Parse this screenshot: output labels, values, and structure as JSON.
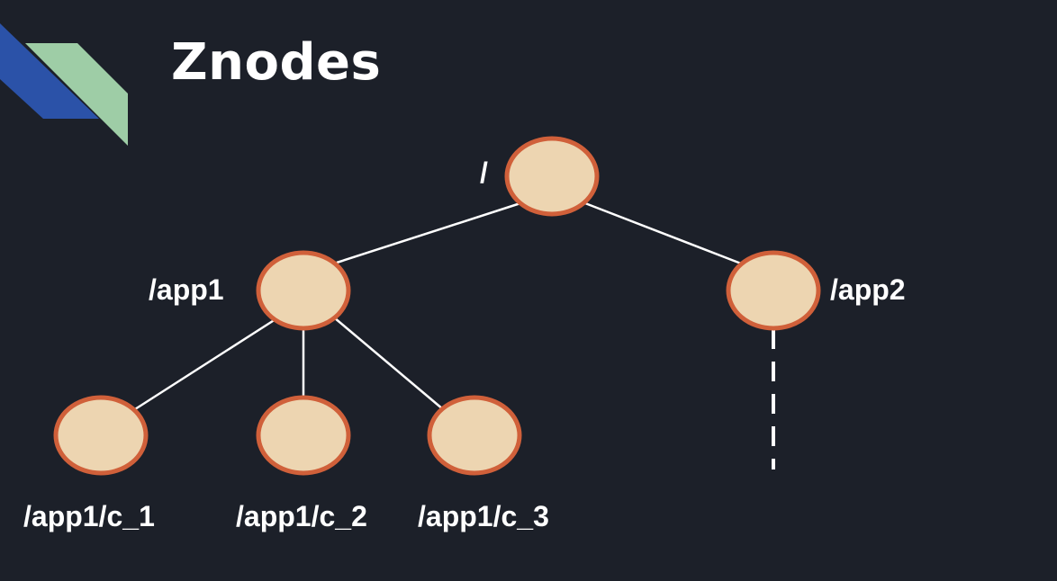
{
  "title": "Znodes",
  "tree": {
    "root_label": "/",
    "app1_label": "/app1",
    "app2_label": "/app2",
    "children": [
      {
        "label": "/app1/c_1"
      },
      {
        "label": "/app1/c_2"
      },
      {
        "label": "/app1/c_3"
      }
    ]
  },
  "colors": {
    "background": "#1c2029",
    "node_fill": "#edd5b1",
    "node_stroke": "#d0603a",
    "edge": "#ffffff",
    "accent_blue": "#2b52a8",
    "accent_green": "#9ecda6"
  }
}
